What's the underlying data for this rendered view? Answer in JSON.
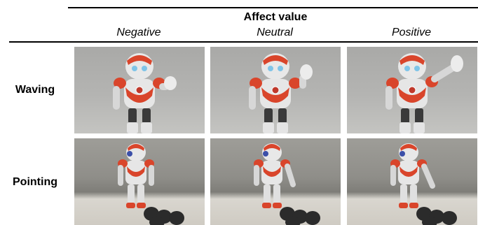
{
  "header": {
    "title": "Affect value",
    "columns": [
      "Negative",
      "Neutral",
      "Positive"
    ]
  },
  "rows": [
    {
      "label": "Waving",
      "images": [
        "robot-waving-negative",
        "robot-waving-neutral",
        "robot-waving-positive"
      ]
    },
    {
      "label": "Pointing",
      "images": [
        "robot-pointing-negative",
        "robot-pointing-neutral",
        "robot-pointing-positive"
      ]
    }
  ],
  "colors": {
    "robot_orange": "#d9452b",
    "robot_white": "#e8e8e8",
    "robot_dark": "#3a3a3a",
    "eye_blue": "#7fc4e8"
  }
}
